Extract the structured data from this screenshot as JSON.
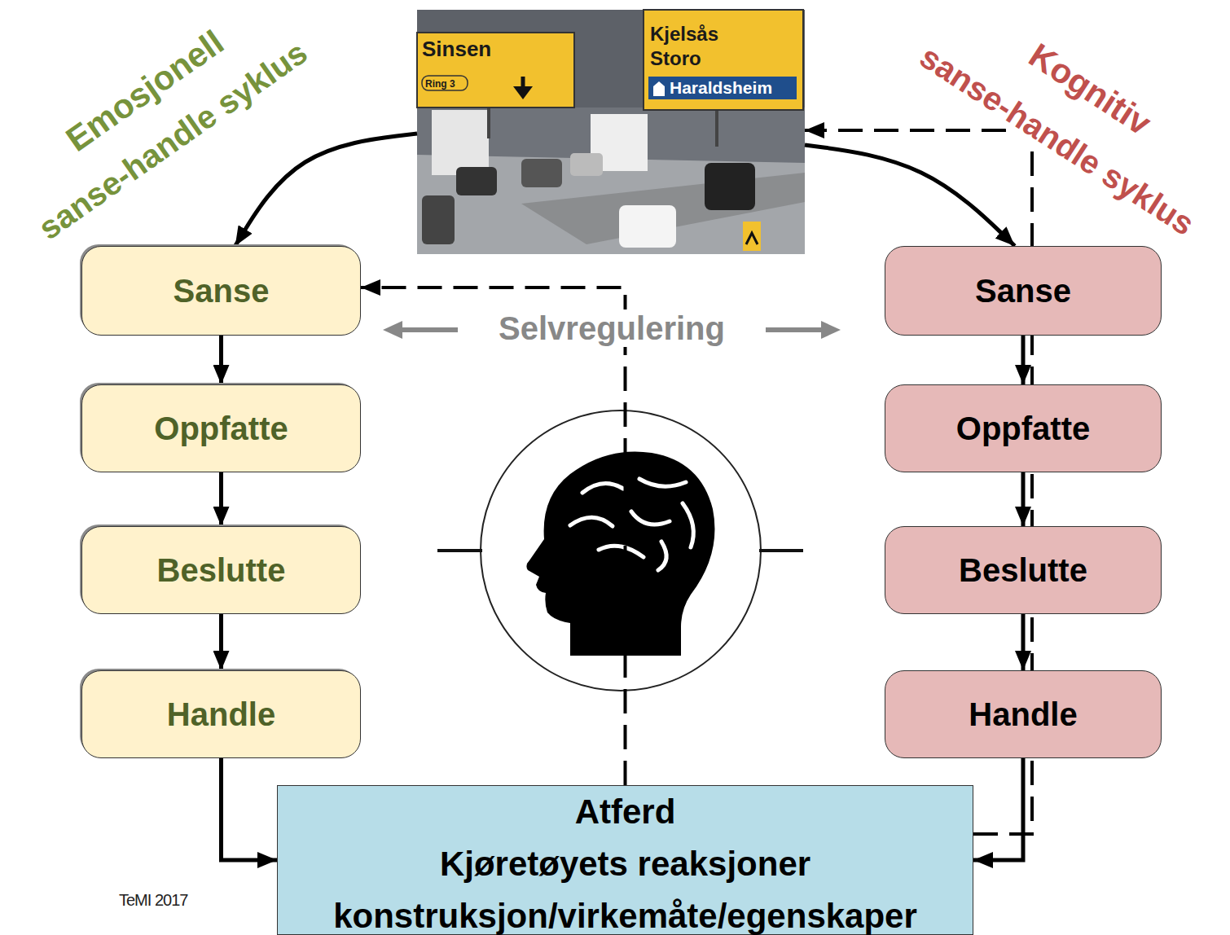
{
  "diagram": {
    "nodes": [
      {
        "text": [
          "Sinsen",
          "Ring 3",
          "Kjelsås",
          "Storo",
          "Haraldsheim"
        ]
      },
      {
        "text": [
          "Sanse"
        ]
      },
      {
        "text": [
          "Oppfatte"
        ]
      },
      {
        "text": [
          "Beslutte"
        ]
      },
      {
        "text": [
          "Handle"
        ]
      },
      {
        "text": [
          "Sanse"
        ]
      },
      {
        "text": [
          "Oppfatte"
        ]
      },
      {
        "text": [
          "Beslutte"
        ]
      },
      {
        "text": [
          "Handle"
        ]
      },
      {
        "text": [
          "Atferd",
          "Kjøretøyets reaksjoner",
          "konstruksjon/virkemåte/egenskaper"
        ]
      }
    ],
    "edges": [
      {
        "from": 0,
        "to": 1,
        "arrow": "to"
      },
      {
        "from": 0,
        "to": 5,
        "arrow": "to"
      },
      {
        "from": 1,
        "to": 2,
        "arrow": "to"
      },
      {
        "from": 2,
        "to": 3,
        "arrow": "to"
      },
      {
        "from": 3,
        "to": 4,
        "arrow": "to"
      },
      {
        "from": 5,
        "to": 6,
        "arrow": "to"
      },
      {
        "from": 6,
        "to": 7,
        "arrow": "to"
      },
      {
        "from": 7,
        "to": 8,
        "arrow": "to"
      },
      {
        "from": 4,
        "to": 9,
        "arrow": "to"
      },
      {
        "from": 8,
        "to": 9,
        "arrow": "to"
      },
      {
        "from": 9,
        "to": 1,
        "arrow": "to"
      },
      {
        "from": 9,
        "to": 0,
        "arrow": "to"
      }
    ],
    "labels": [
      "Emosjonell",
      "sanse-handle syklus",
      "Kognitiv",
      "sanse-handle syklus",
      "Selvregulering",
      "TeMI 2017"
    ]
  }
}
